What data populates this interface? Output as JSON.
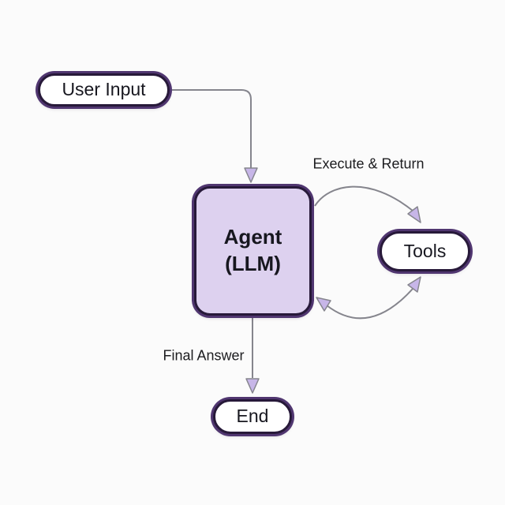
{
  "diagram": {
    "nodes": {
      "user_input": {
        "label": "User Input"
      },
      "agent": {
        "label_line1": "Agent",
        "label_line2": "(LLM)"
      },
      "tools": {
        "label": "Tools"
      },
      "end": {
        "label": "End"
      }
    },
    "edges": {
      "user_input_to_agent": {
        "label": ""
      },
      "agent_tools_top": {
        "label": "Execute & Return"
      },
      "agent_tools_bottom": {
        "label": ""
      },
      "agent_to_end": {
        "label": "Final Answer"
      }
    },
    "colors": {
      "background": "#fbfbfb",
      "node_border_outer": "#503670",
      "node_border_inner": "#271939",
      "node_fill_default": "#ffffff",
      "agent_fill": "#ddd1ef",
      "text": "#17171f",
      "connector": "#85858d",
      "arrowhead_fill": "#c7b6e8",
      "label_text": "#1c1c1f"
    }
  }
}
